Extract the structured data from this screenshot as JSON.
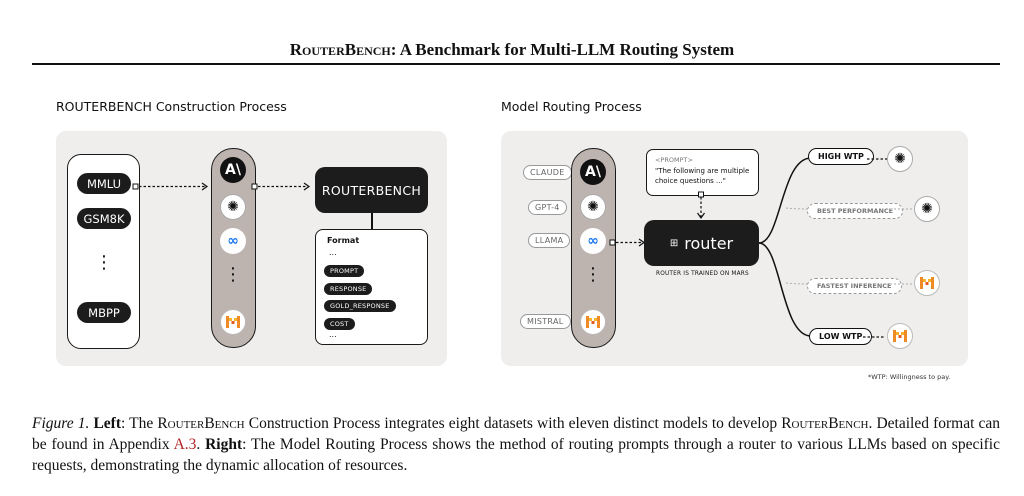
{
  "header": {
    "title_sc": "RouterBench",
    "title_rest": ": A Benchmark for Multi-LLM Routing System"
  },
  "left_panel": {
    "heading": "ROUTERBENCH Construction Process",
    "datasets": [
      "MMLU",
      "GSM8K",
      "MBPP"
    ],
    "ellipsis": "⋮",
    "router_box_label": "ROUTERBENCH",
    "format_card": {
      "title": "Format",
      "dots": "...",
      "fields": [
        "PROMPT",
        "RESPONSE",
        "GOLD_RESPONSE",
        "COST"
      ]
    }
  },
  "right_panel": {
    "heading": "Model Routing Process",
    "model_labels": [
      "CLAUDE",
      "GPT-4",
      "LLAMA",
      "MISTRAL"
    ],
    "prompt_bubble": {
      "tag": "<PROMPT>",
      "text": "\"The following are multiple choice questions ...\""
    },
    "router_label": "router",
    "router_note": "ROUTER IS TRAINED ON MARS",
    "routes": [
      "HIGH WTP",
      "BEST PERFORMANCE",
      "FASTEST INFERENCE",
      "LOW WTP"
    ],
    "footnote": "*WTP: Willingness to pay."
  },
  "icons": [
    "anthropic-icon",
    "openai-icon",
    "meta-icon",
    "mistral-icon"
  ],
  "colors": {
    "panel_bg": "#efeeed",
    "column_bg": "#bdb4b0",
    "dark": "#1c1c1c",
    "mistral_orange": "#f08a24",
    "meta_blue": "#1877f2"
  },
  "caption": {
    "figure_label": "Figure 1.",
    "left_label": "Left",
    "part1": ":  The ",
    "sc1": "RouterBench",
    "part2": " Construction Process integrates eight datasets with eleven distinct models to develop ",
    "sc2": "RouterBench",
    "part3": ".  Detailed format can be found in Appendix ",
    "appendix": "A.3",
    "part4": ".  ",
    "right_label": "Right",
    "part5": ": The Model Routing Process shows the method of routing prompts through a router to various LLMs based on specific requests, demonstrating the dynamic allocation of resources."
  }
}
